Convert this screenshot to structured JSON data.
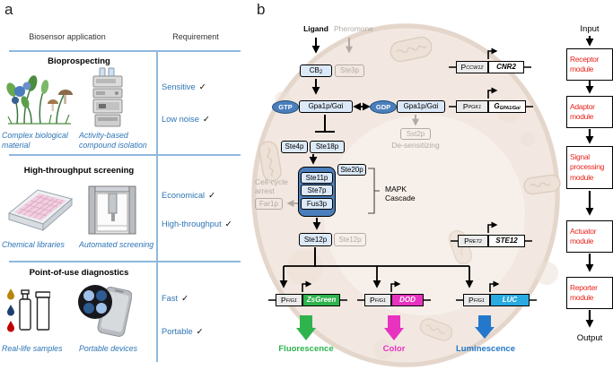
{
  "panel_a": {
    "label": "a",
    "header": {
      "application": "Biosensor application",
      "requirement": "Requirement"
    },
    "checkmark": "✓",
    "sections": [
      {
        "title": "Bioprospecting",
        "captions": [
          "Complex biological material",
          "Activity-based compound isolation"
        ],
        "requirements": [
          "Sensitive",
          "Low noise"
        ]
      },
      {
        "title": "High-throughput screening",
        "captions": [
          "Chemical libraries",
          "Automated screening"
        ],
        "requirements": [
          "Economical",
          "High-throughput"
        ]
      },
      {
        "title": "Point-of-use diagnostics",
        "captions": [
          "Real-life samples",
          "Portable devices"
        ],
        "requirements": [
          "Fast",
          "Portable"
        ]
      }
    ]
  },
  "panel_b": {
    "label": "b",
    "ligand": "Ligand",
    "pheromone": "Pheromone",
    "receptor": {
      "text": "CB",
      "sub": "2"
    },
    "ste3p": "Ste3p",
    "gtp": "GTP",
    "gdp": "GDP",
    "gpa1_left": "Gpa1p/Gαi",
    "gpa1_right": "Gpa1p/Gαi",
    "sst2p": "Sst2p",
    "desensitizing": "De-sensitizing",
    "ste4p": "Ste4p",
    "ste18p": "Ste18p",
    "ste20p": "Ste20p",
    "ste11p": "Ste11p",
    "ste7p": "Ste7p",
    "fus3p": "Fus3p",
    "mapk_line1": "MAPK",
    "mapk_line2": "Cascade",
    "cell_cycle_line1": "Cell-cycle",
    "cell_cycle_line2": "arrest",
    "far1p": "Far1p",
    "ste12p_active": "Ste12p",
    "ste12p_inactive": "Ste12p",
    "reporters": [
      {
        "promoter": "P",
        "promoter_sub": "FIG1",
        "gene": "ZsGreen",
        "output": "Fluorescence"
      },
      {
        "promoter": "P",
        "promoter_sub": "FIG1",
        "gene": "DOD",
        "output": "Color"
      },
      {
        "promoter": "P",
        "promoter_sub": "FIG1",
        "gene": "LUC",
        "output": "Luminescence"
      }
    ],
    "integrations": [
      {
        "promoter": "P",
        "promoter_sub": "CCW12",
        "gene": "CNR2"
      },
      {
        "promoter": "P",
        "promoter_sub": "PGK1",
        "gene": "G",
        "gene_sub": "GPA1/Gαi"
      },
      {
        "promoter": "P",
        "promoter_sub": "RET2",
        "gene": "STE12"
      }
    ],
    "modules": {
      "input": "Input",
      "boxes": [
        "Receptor module",
        "Adaptor module",
        "Signal processing module",
        "Actuator module",
        "Reporter module"
      ],
      "output": "Output"
    }
  },
  "colors": {
    "blue_text": "#2e75b6",
    "table_line": "#8fb8de",
    "node_fill": "#dce9f8",
    "g_protein_blue": "#4a7ebc",
    "inactive_gray": "#b3aba3",
    "fluorescence_green": "#2eb34d",
    "color_magenta": "#e833c0",
    "luc_cyan": "#29abe2",
    "luminescence_blue": "#2478cc",
    "module_red": "#e8241d"
  }
}
